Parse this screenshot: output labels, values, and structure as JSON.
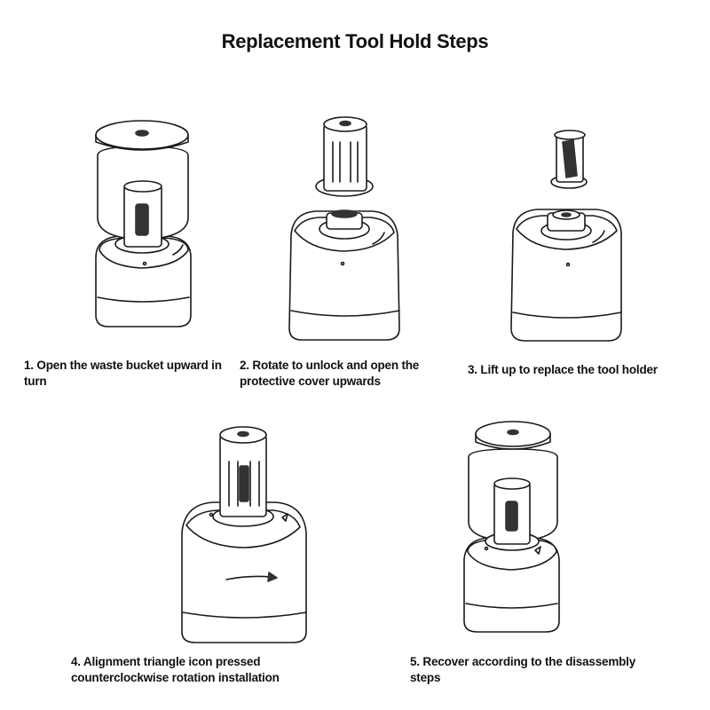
{
  "title": "Replacement Tool Hold Steps",
  "steps": [
    {
      "label": "1. Open the waste bucket upward in turn"
    },
    {
      "label": "2. Rotate to unlock and open the protective cover upwards"
    },
    {
      "label": "3. Lift up to replace the tool holder"
    },
    {
      "label": "4. Alignment triangle icon pressed counterclockwise rotation installation"
    },
    {
      "label": "5. Recover according to the disassembly steps"
    }
  ]
}
